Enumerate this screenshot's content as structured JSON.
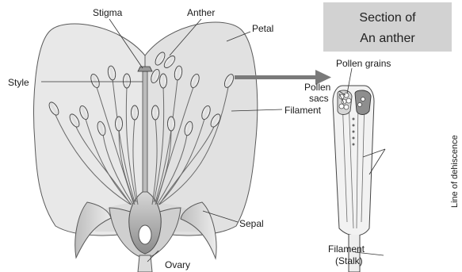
{
  "flower": {
    "labels": {
      "stigma": "Stigma",
      "anther": "Anther",
      "petal": "Petal",
      "style": "Style",
      "filament": "Filament",
      "sepal": "Sepal",
      "ovary": "Ovary"
    }
  },
  "anther_section": {
    "title_line1": "Section of",
    "title_line2": "An anther",
    "labels": {
      "pollen_grains": "Pollen grains",
      "pollen": "Pollen",
      "sacs": "sacs",
      "line_of_dehiscence": "Line of dehiscence",
      "filament": "Filament",
      "stalk": "(Stalk)"
    }
  },
  "colors": {
    "petal_fill": "#e6e6e6",
    "outline": "#555555",
    "title_box": "#d2d2d2",
    "arrow": "#7a7a7a",
    "ovary_dark": "#9a9a9a"
  }
}
